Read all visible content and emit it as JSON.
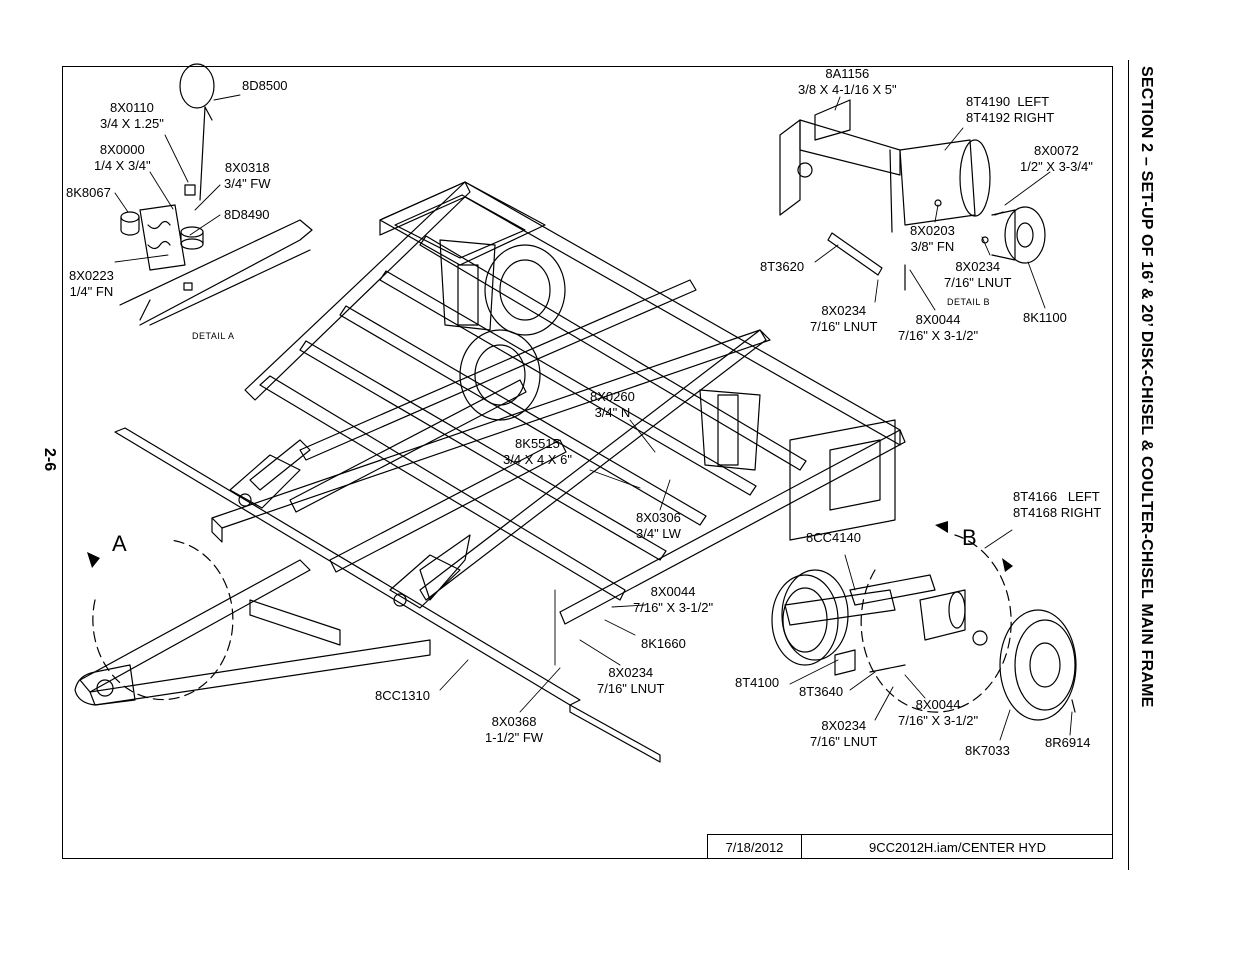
{
  "section_title": "SECTION 2 – SET-UP OF 16’ & 20’ DISK-CHISEL & COULTER-CHISEL MAIN FRAME",
  "page_number": "2-6",
  "title_block": {
    "date": "7/18/2012",
    "file": "9CC2012H.iam/CENTER HYD"
  },
  "detail_a": {
    "caption": "DETAIL A",
    "marker": "A",
    "parts": [
      {
        "number": "8D8500",
        "desc": ""
      },
      {
        "number": "8X0110",
        "desc": "3/4 X 1.25\""
      },
      {
        "number": "8X0000",
        "desc": "1/4 X 3/4\""
      },
      {
        "number": "8X0318",
        "desc": "3/4\" FW"
      },
      {
        "number": "8K8067",
        "desc": ""
      },
      {
        "number": "8D8490",
        "desc": ""
      },
      {
        "number": "8X0223",
        "desc": "1/4\" FN"
      }
    ]
  },
  "detail_b": {
    "caption": "DETAIL B",
    "marker": "B",
    "parts": [
      {
        "number": "8A1156",
        "desc": "3/8 X 4-1/16 X 5\""
      },
      {
        "number": "8T4190  LEFT",
        "desc": "8T4192 RIGHT"
      },
      {
        "number": "8X0072",
        "desc": "1/2\" X 3-3/4\""
      },
      {
        "number": "8X0203",
        "desc": "3/8\" FN"
      },
      {
        "number": "8T3620",
        "desc": ""
      },
      {
        "number": "8X0234",
        "desc": "7/16\" LNUT"
      },
      {
        "number": "8X0234",
        "desc": "7/16\" LNUT"
      },
      {
        "number": "8X0044",
        "desc": "7/16\" X 3-1/2\""
      },
      {
        "number": "8K1100",
        "desc": ""
      }
    ]
  },
  "main_parts": [
    {
      "number": "8X0260",
      "desc": "3/4\" N"
    },
    {
      "number": "8K5515",
      "desc": "3/4 X 4 X 6\""
    },
    {
      "number": "8X0306",
      "desc": "3/4\" LW"
    },
    {
      "number": "8X0044",
      "desc": "7/16\" X 3-1/2\""
    },
    {
      "number": "8K1660",
      "desc": ""
    },
    {
      "number": "8X0234",
      "desc": "7/16\" LNUT"
    },
    {
      "number": "8CC1310",
      "desc": ""
    },
    {
      "number": "8X0368",
      "desc": "1-1/2\" FW"
    }
  ],
  "wheel_parts": [
    {
      "number": "8T4166   LEFT",
      "desc": "8T4168 RIGHT"
    },
    {
      "number": "8CC4140",
      "desc": ""
    },
    {
      "number": "8T4100",
      "desc": ""
    },
    {
      "number": "8T3640",
      "desc": ""
    },
    {
      "number": "8X0044",
      "desc": "7/16\" X 3-1/2\""
    },
    {
      "number": "8X0234",
      "desc": "7/16\" LNUT"
    },
    {
      "number": "8K7033",
      "desc": ""
    },
    {
      "number": "8R6914",
      "desc": ""
    }
  ]
}
